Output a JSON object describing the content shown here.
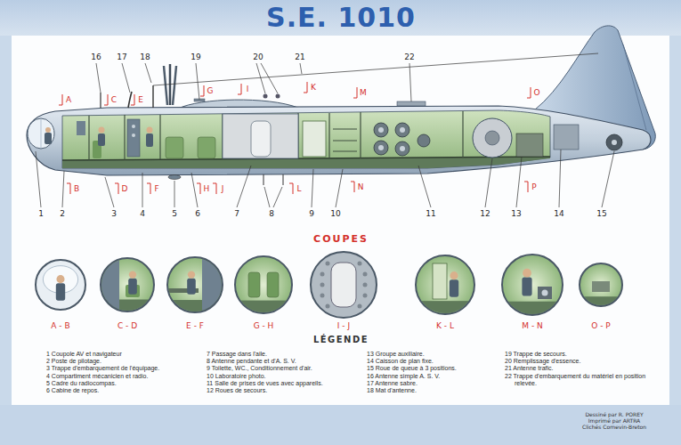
{
  "diagram": {
    "title": "S.E. 1010",
    "nodes": [
      {
        "text": [
          "A - B"
        ]
      },
      {
        "text": [
          "C - D"
        ]
      },
      {
        "text": [
          "E - F"
        ]
      },
      {
        "text": [
          "G - H"
        ]
      },
      {
        "text": [
          "I - J"
        ]
      },
      {
        "text": [
          "K - L"
        ]
      },
      {
        "text": [
          "M - N"
        ]
      },
      {
        "text": [
          "O - P"
        ]
      }
    ],
    "labels": [
      "1",
      "2",
      "3",
      "4",
      "5",
      "6",
      "7",
      "8",
      "9",
      "10",
      "11",
      "12",
      "13",
      "14",
      "15",
      "16",
      "17",
      "18",
      "19",
      "20",
      "21",
      "22",
      "A",
      "B",
      "C",
      "D",
      "E",
      "F",
      "G",
      "H",
      "I",
      "J",
      "K",
      "L",
      "M",
      "N",
      "O",
      "P",
      "COUPES",
      "LÉGENDE",
      "Dessiné par R. POREY",
      "Imprimé par ARTRA",
      "Clichés Cornevin-Breton"
    ],
    "legend": [
      {
        "text": "1 Coupole AV et navigateur"
      },
      {
        "text": "2 Poste de pilotage."
      },
      {
        "text": "3 Trappe d'embarquement de l'équipage."
      },
      {
        "text": "4 Compartiment mécanicien et radio."
      },
      {
        "text": "5 Cadre du radiocompas."
      },
      {
        "text": "6 Cabine de repos."
      },
      {
        "text": "7 Passage dans l'aile."
      },
      {
        "text": "8 Antenne pendante et d'A. S. V."
      },
      {
        "text": "9 Toilette, WC., Conditionnement d'air."
      },
      {
        "text": "10 Laboratoire photo."
      },
      {
        "text": "11 Salle de prises de vues avec appareils."
      },
      {
        "text": "12 Roues de secours."
      },
      {
        "text": "13 Groupe auxiliaire."
      },
      {
        "text": "14 Caisson de plan fixe."
      },
      {
        "text": "15 Roue de queue à 3 positions."
      },
      {
        "text": "16 Antenne simple A. S. V."
      },
      {
        "text": "17 Antenne sabre."
      },
      {
        "text": "18 Mat d'antenne."
      },
      {
        "text": "19 Trappe de secours."
      },
      {
        "text": "20 Remplissage d'essence."
      },
      {
        "text": "21 Antenne trafic."
      },
      {
        "text": "22 Trappe d'embarquement du matériel en position relevée."
      }
    ]
  }
}
